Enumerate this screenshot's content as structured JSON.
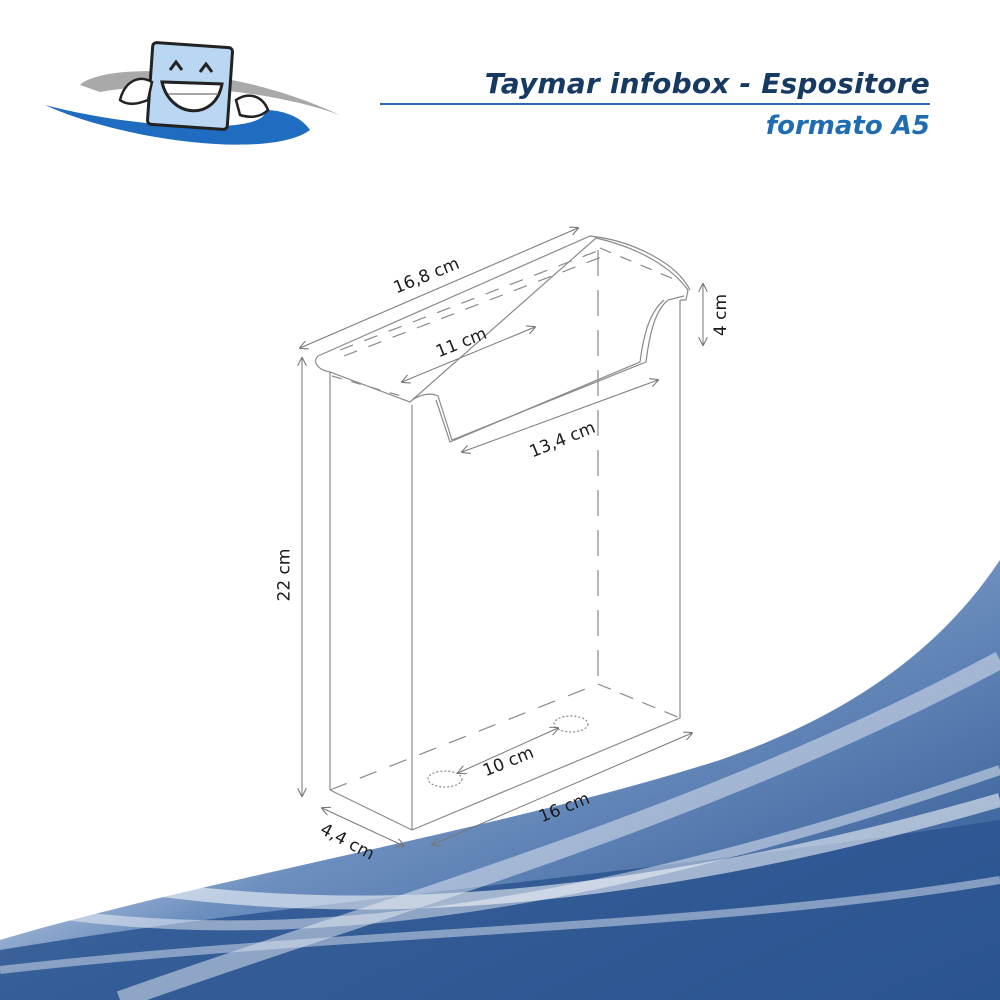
{
  "header": {
    "title": "Taymar infobox - Espositore",
    "subtitle": "formato A5",
    "title_color": "#173a63",
    "subtitle_color": "#1f6cb3",
    "divider_color": "#2f6aa8"
  },
  "logo": {
    "icon": "smiling-cube-mascot-icon",
    "swoosh_colors": [
      "#1f6cc0",
      "#a9a9a9"
    ]
  },
  "diagram": {
    "subject": "infobox brochure holder, A5",
    "dimensions": {
      "top_length": "16,8 cm",
      "hole_spacing_top": "11 cm",
      "front_opening_width": "13,4 cm",
      "front_lip_height": "4 cm",
      "height": "22 cm",
      "bottom_hole_spacing": "10 cm",
      "base_width": "16 cm",
      "depth": "4,4 cm"
    },
    "line_color": "#8a8a8a"
  },
  "background": {
    "wave_colors": [
      "#2b5591",
      "#5a80b4",
      "#dfe7f1"
    ]
  }
}
